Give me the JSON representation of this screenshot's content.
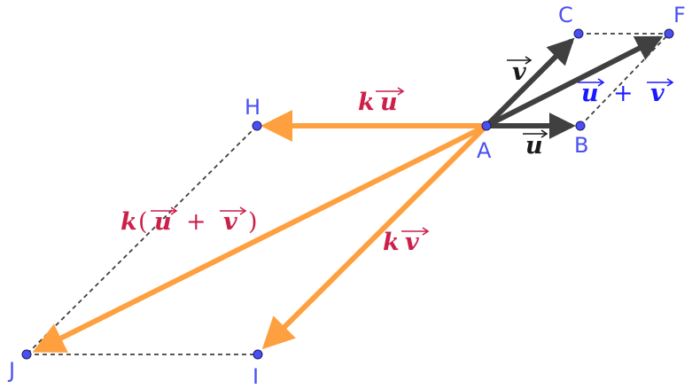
{
  "colors": {
    "original": "#404040",
    "scaled": "#ffa040",
    "point": "#4a50f0",
    "point_label": "#4a50f0",
    "label_original": "#1a1a1a",
    "label_scaled": "#cc1f4a",
    "label_sum": "#1a1aff",
    "dashed": "#404040"
  },
  "points": [
    {
      "id": "A",
      "label": "A"
    },
    {
      "id": "B",
      "label": "B"
    },
    {
      "id": "C",
      "label": "C"
    },
    {
      "id": "F",
      "label": "F"
    },
    {
      "id": "H",
      "label": "H"
    },
    {
      "id": "I",
      "label": "I"
    },
    {
      "id": "J",
      "label": "J"
    }
  ],
  "vector_labels": {
    "u": {
      "text": "u"
    },
    "v": {
      "text": "v"
    },
    "u_plus_v": {
      "u": "u",
      "plus": "+",
      "v": "v"
    },
    "ku": {
      "k": "k",
      "u": "u"
    },
    "kv": {
      "k": "k",
      "v": "v"
    },
    "k_u_plus_v": {
      "k": "k",
      "open": "(",
      "u": "u",
      "plus": "+",
      "v": "v",
      "close": ")"
    }
  }
}
